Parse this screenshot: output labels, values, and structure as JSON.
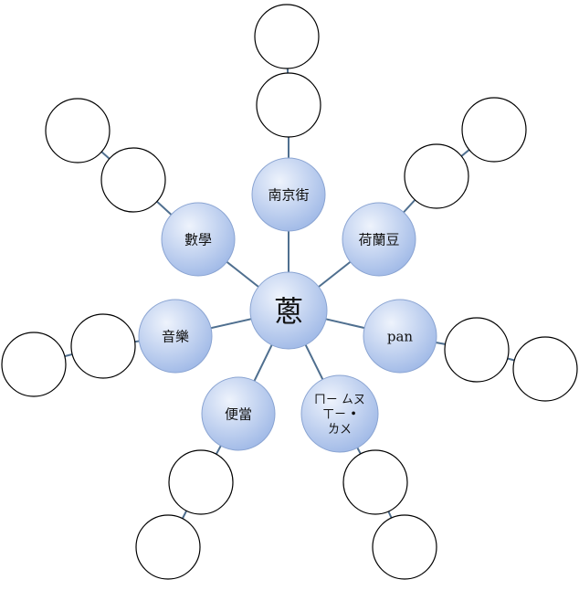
{
  "diagram": {
    "center": {
      "label": "蔥"
    },
    "branches": [
      {
        "id": "nanjing",
        "label_lines": [
          "南京街"
        ],
        "empty_children": 2
      },
      {
        "id": "helandou",
        "label_lines": [
          "荷蘭豆"
        ],
        "empty_children": 2
      },
      {
        "id": "pan",
        "label_lines": [
          "pan"
        ],
        "empty_children": 2
      },
      {
        "id": "bopomofo",
        "label_lines": [
          "ㄇㄧ ㄙㄡ",
          "ㄒㄧ •",
          "ㄌㄨ"
        ],
        "empty_children": 2
      },
      {
        "id": "biandang",
        "label_lines": [
          "便當"
        ],
        "empty_children": 2
      },
      {
        "id": "yinyue",
        "label_lines": [
          "音樂"
        ],
        "empty_children": 2
      },
      {
        "id": "shuxue",
        "label_lines": [
          "數學"
        ],
        "empty_children": 2
      }
    ],
    "colors": {
      "topic_fill_light": "#eef3fc",
      "topic_fill_dark": "#9db7e6",
      "topic_stroke": "#8aa4d2",
      "link": "#4f6f8f",
      "empty_fill": "#ffffff",
      "empty_stroke": "#000000"
    }
  }
}
